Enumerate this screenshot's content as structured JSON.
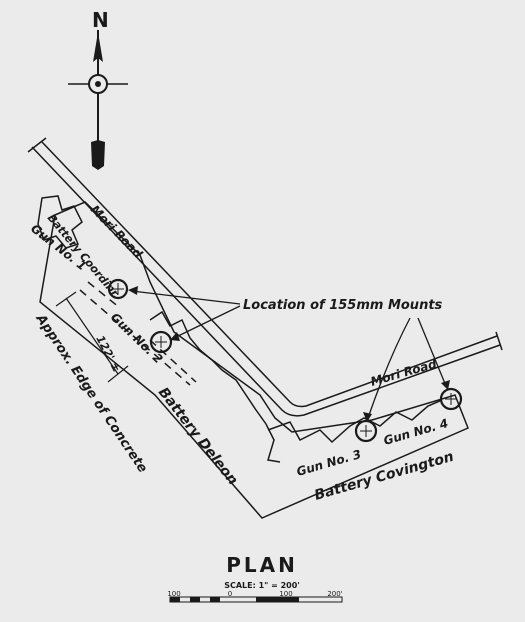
{
  "north": "N",
  "labels": {
    "mori_road": "Mori Road",
    "battery_coordinator": "Battery Coordinr.",
    "gun1": "Gun No. 1",
    "gun2": "Gun No. 2",
    "gun3": "Gun No. 3",
    "gun4": "Gun No. 4",
    "approx_edge": "Approx. Edge of Concrete",
    "battery_deleon": "Battery Deleon",
    "battery_covington": "Battery Covington",
    "location_mounts": "Location of 155mm Mounts",
    "dimension": "122' ±"
  },
  "title": "PLAN",
  "scale": {
    "text": "SCALE: 1\" = 200'",
    "tick_labels": [
      "100",
      "0",
      "100",
      "200'"
    ]
  }
}
